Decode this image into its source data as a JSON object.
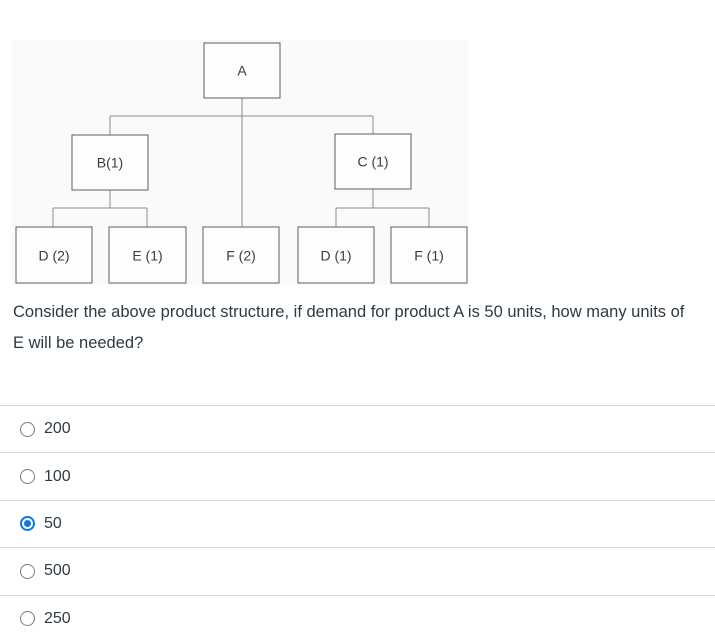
{
  "diagram": {
    "description": "product structure tree",
    "nodes": [
      {
        "id": "A",
        "label": "A"
      },
      {
        "id": "B",
        "label": "B(1)"
      },
      {
        "id": "C",
        "label": "C (1)"
      },
      {
        "id": "D2",
        "label": "D (2)"
      },
      {
        "id": "E1",
        "label": "E (1)"
      },
      {
        "id": "F2",
        "label": "F (2)"
      },
      {
        "id": "D1",
        "label": "D (1)"
      },
      {
        "id": "F1",
        "label": "F (1)"
      }
    ]
  },
  "question": {
    "text": "Consider the above product structure, if demand for product A is 50 units, how many units of E  will be needed?"
  },
  "options": [
    {
      "label": "200",
      "selected": false
    },
    {
      "label": "100",
      "selected": false
    },
    {
      "label": "50",
      "selected": true
    },
    {
      "label": "500",
      "selected": false
    },
    {
      "label": "250",
      "selected": false
    }
  ],
  "colors": {
    "accent_blue": "#0a78eb",
    "text": "#2d3b45",
    "divider": "#d8d8d8",
    "diagram_bg": "#fbfafa",
    "box_border": "#5f5f5f",
    "connector": "#8c8c8c"
  }
}
